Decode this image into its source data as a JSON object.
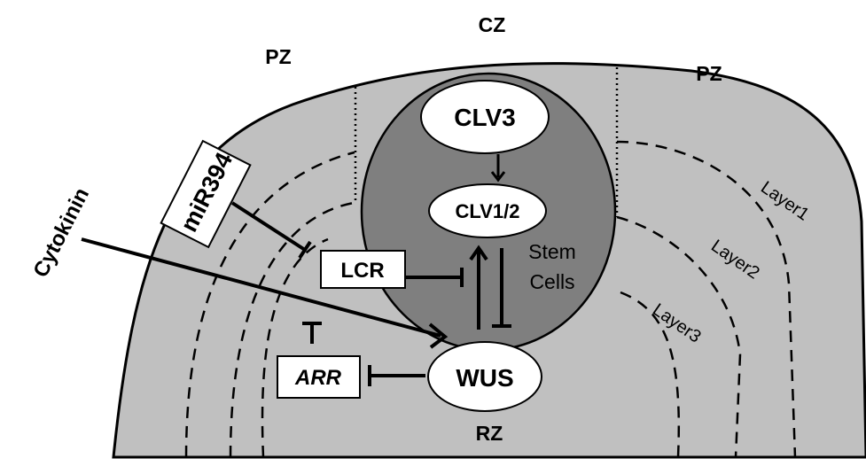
{
  "zones": {
    "cz": "CZ",
    "pz_left": "PZ",
    "pz_right": "PZ",
    "rz": "RZ"
  },
  "nodes": {
    "clv3": "CLV3",
    "clv12": "CLV1/2",
    "wus": "WUS",
    "lcr": "LCR",
    "arr": "ARR",
    "mir394": "miR394",
    "cytokinin": "Cytokinin"
  },
  "stem_cells": {
    "line1": "Stem",
    "line2": "Cells"
  },
  "layers": {
    "layer1": "Layer1",
    "layer2": "Layer2",
    "layer3": "Layer3"
  },
  "colors": {
    "meristem": "#c0c0c0",
    "stem_region": "#7f7f7f",
    "ink": "#000000",
    "box": "#ffffff"
  }
}
